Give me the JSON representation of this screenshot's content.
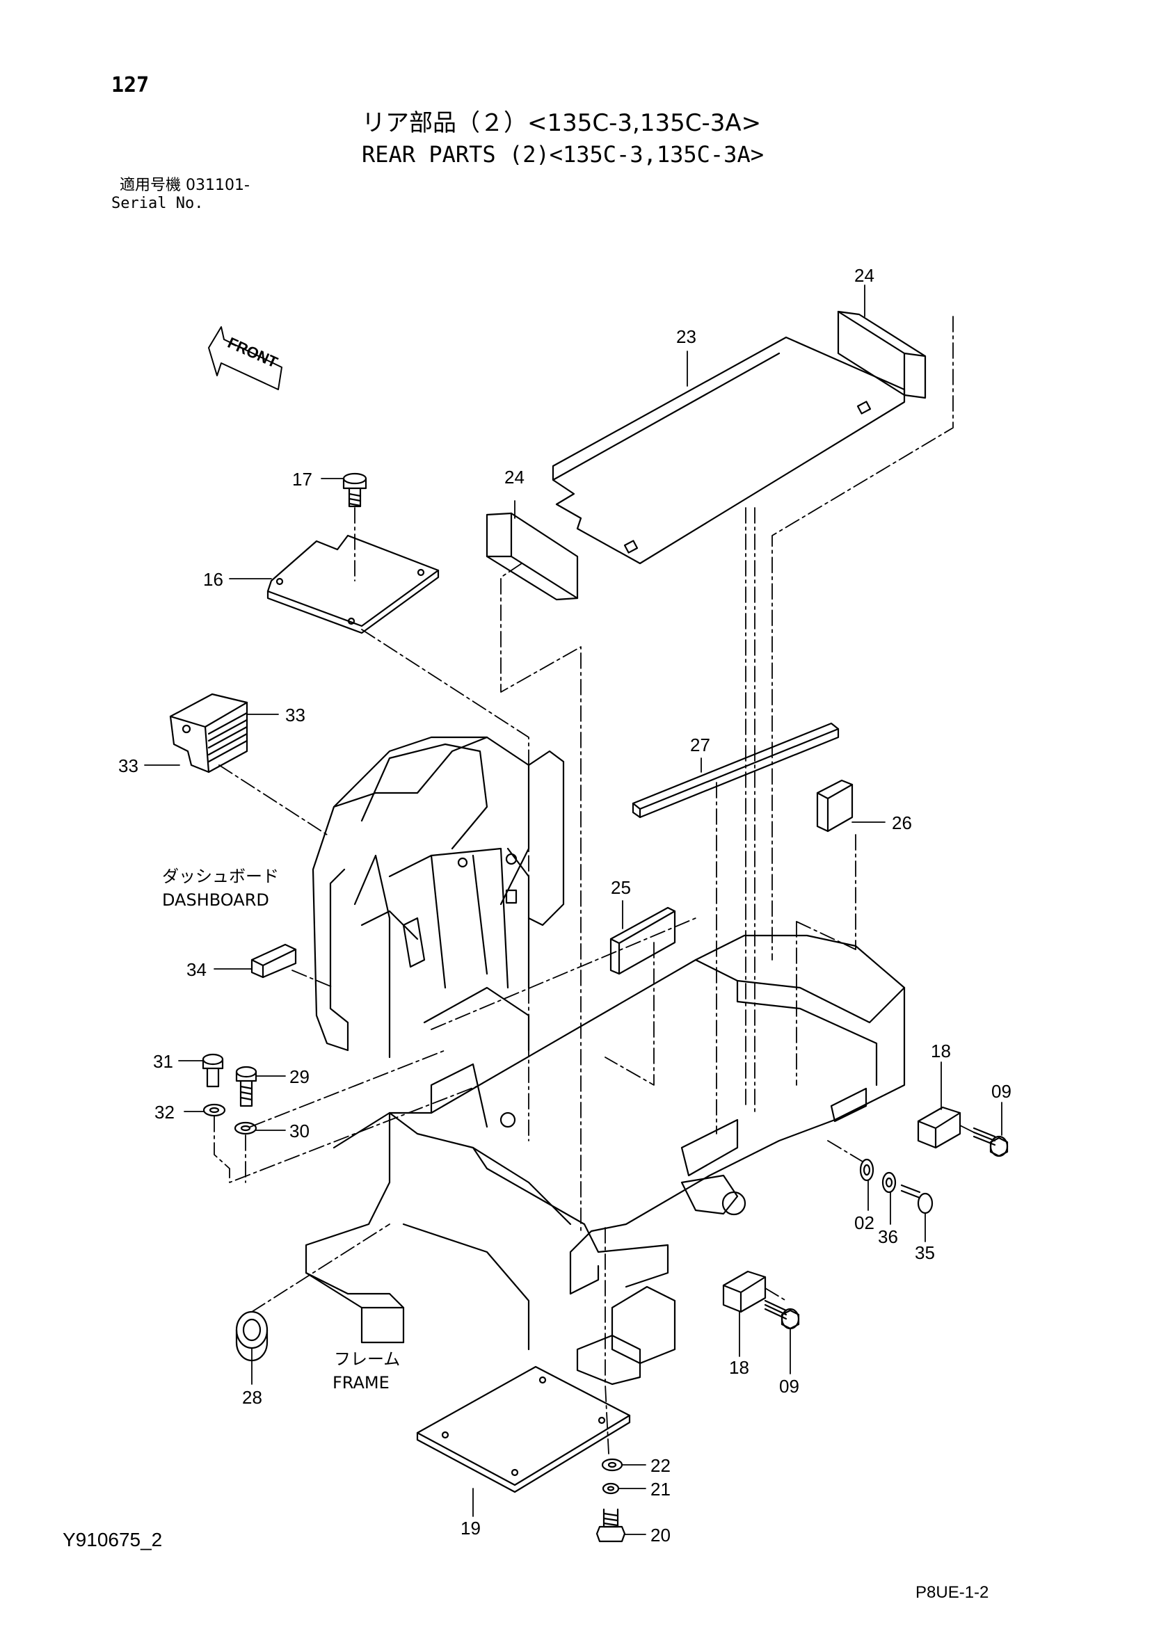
{
  "header": {
    "page_number": "127",
    "title_jp": "リア部品（２）<135C-3,135C-3A>",
    "title_en": "REAR PARTS (2)<135C-3,135C-3A>",
    "serial_jp": "適用号機  031101-",
    "serial_en": "Serial No."
  },
  "footer": {
    "doc_id": "Y910675_2",
    "sheet_code": "P8UE-1-2"
  },
  "direction_arrow": {
    "label": "FRONT"
  },
  "assembly_labels": {
    "dashboard_jp": "ダッシュボード",
    "dashboard_en": "DASHBOARD",
    "frame_jp": "フレーム",
    "frame_en": "FRAME"
  },
  "callouts": [
    {
      "id": "c24a",
      "number": "24"
    },
    {
      "id": "c23",
      "number": "23"
    },
    {
      "id": "c17",
      "number": "17"
    },
    {
      "id": "c24b",
      "number": "24"
    },
    {
      "id": "c16",
      "number": "16"
    },
    {
      "id": "c33a",
      "number": "33"
    },
    {
      "id": "c33b",
      "number": "33"
    },
    {
      "id": "c27",
      "number": "27"
    },
    {
      "id": "c26",
      "number": "26"
    },
    {
      "id": "c25",
      "number": "25"
    },
    {
      "id": "c34",
      "number": "34"
    },
    {
      "id": "c31",
      "number": "31"
    },
    {
      "id": "c29",
      "number": "29"
    },
    {
      "id": "c32",
      "number": "32"
    },
    {
      "id": "c30",
      "number": "30"
    },
    {
      "id": "c18a",
      "number": "18"
    },
    {
      "id": "c09a",
      "number": "09"
    },
    {
      "id": "c02",
      "number": "02"
    },
    {
      "id": "c36",
      "number": "36"
    },
    {
      "id": "c35",
      "number": "35"
    },
    {
      "id": "c18b",
      "number": "18"
    },
    {
      "id": "c09b",
      "number": "09"
    },
    {
      "id": "c28",
      "number": "28"
    },
    {
      "id": "c22",
      "number": "22"
    },
    {
      "id": "c21",
      "number": "21"
    },
    {
      "id": "c19",
      "number": "19"
    },
    {
      "id": "c20",
      "number": "20"
    }
  ]
}
